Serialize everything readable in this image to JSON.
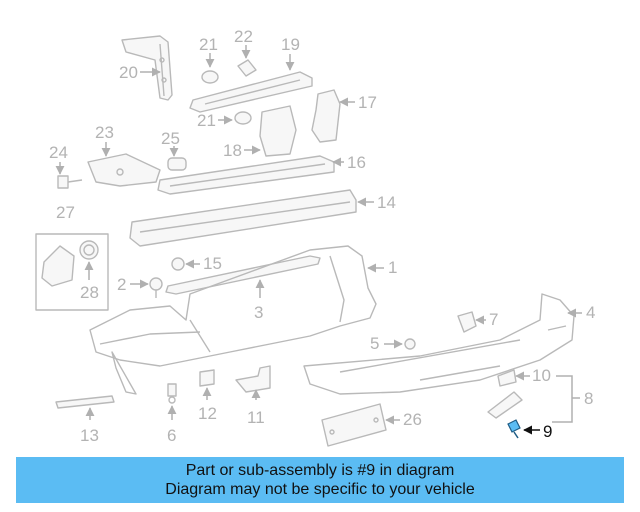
{
  "labels": {
    "n1": "1",
    "n2": "2",
    "n3": "3",
    "n4": "4",
    "n5": "5",
    "n6": "6",
    "n7": "7",
    "n8": "8",
    "n9": "9",
    "n10": "10",
    "n11": "11",
    "n12": "12",
    "n13": "13",
    "n14": "14",
    "n15": "15",
    "n16": "16",
    "n17": "17",
    "n18": "18",
    "n19": "19",
    "n20": "20",
    "n21a": "21",
    "n21b": "21",
    "n22": "22",
    "n23": "23",
    "n24": "24",
    "n25": "25",
    "n26": "26",
    "n27": "27",
    "n28": "28"
  },
  "highlight": {
    "part_number": "9",
    "color": "#5bbcf3"
  },
  "banner": {
    "line1": "Part or sub-assembly is #9 in diagram",
    "line2": "Diagram may not be specific to your vehicle",
    "background": "#5bbcf3"
  }
}
